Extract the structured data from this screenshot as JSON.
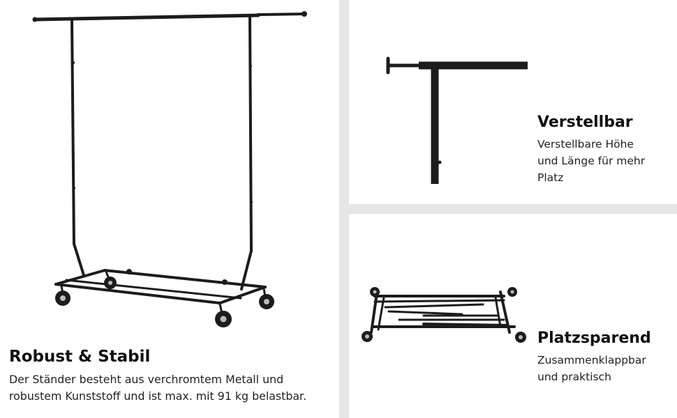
{
  "colors": {
    "background_gap": "#e6e6e6",
    "panel": "#ffffff",
    "metal": "#1c1c1c",
    "text": "#111111"
  },
  "features": [
    {
      "title": "Robust & Stabil",
      "lines": [
        "Der Ständer besteht aus verchromtem Metall und",
        "robustem Kunststoff und ist max. mit 91 kg belastbar."
      ]
    },
    {
      "title": "Verstellbar",
      "lines": [
        "Verstellbare Höhe",
        "und Länge für mehr",
        "Platz"
      ]
    },
    {
      "title": "Platzsparend",
      "lines": [
        "Zusammenklappbar",
        "und praktisch"
      ]
    }
  ]
}
